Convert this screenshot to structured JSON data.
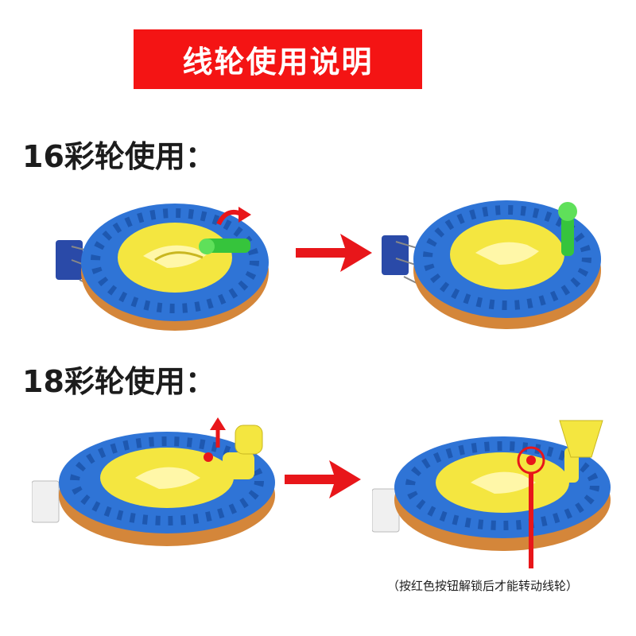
{
  "title": "线轮使用说明",
  "sections": [
    {
      "label": "16彩轮使用："
    },
    {
      "label": "18彩轮使用："
    }
  ],
  "note": "（按红色按钮解锁后才能转动线轮）",
  "colors": {
    "banner": "#f41414",
    "reel_blue": "#2f74d6",
    "hub_yellow": "#f4e640",
    "arrow_red": "#e8161a",
    "handle_green": "#36c43c",
    "line_orange": "#e08a3a"
  },
  "icons": [
    "reel-16-folded",
    "reel-16-unfolded",
    "reel-18-folded",
    "reel-18-unfolded",
    "right-arrow-icon",
    "curved-arrow-icon",
    "highlight-circle-icon"
  ]
}
